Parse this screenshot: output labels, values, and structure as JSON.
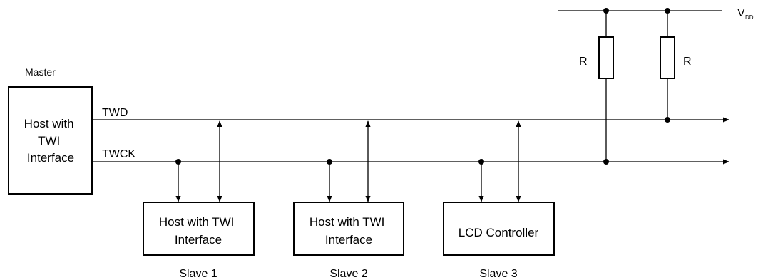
{
  "master": {
    "caption": "Master",
    "box_lines": [
      "Host with",
      "TWI",
      "Interface"
    ]
  },
  "signals": {
    "twd": "TWD",
    "twck": "TWCK"
  },
  "supply": {
    "label": "V",
    "subscript": "DD"
  },
  "resistors": [
    "R",
    "R"
  ],
  "slaves": [
    {
      "box_lines": [
        "Host with TWI",
        "Interface"
      ],
      "caption": "Slave 1"
    },
    {
      "box_lines": [
        "Host with TWI",
        "Interface"
      ],
      "caption": "Slave 2"
    },
    {
      "box_lines": [
        "LCD Controller"
      ],
      "caption": "Slave 3"
    }
  ]
}
